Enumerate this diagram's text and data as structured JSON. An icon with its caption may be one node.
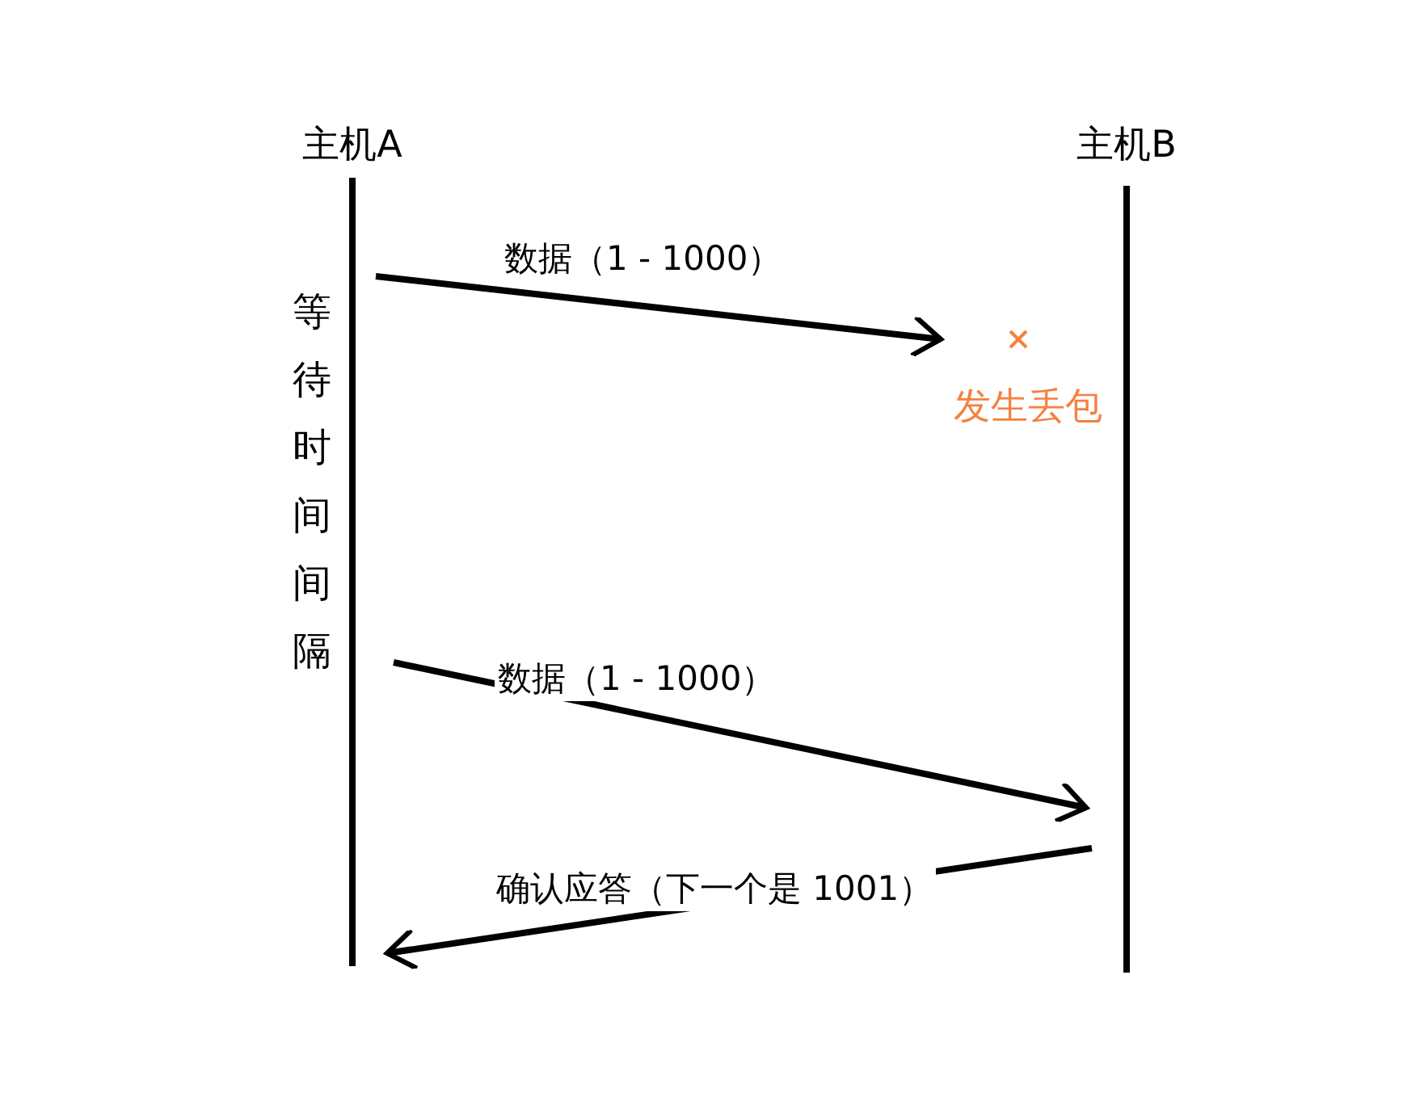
{
  "diagram": {
    "nodes": [
      {
        "text": [
          "主机A"
        ]
      },
      {
        "text": [
          "主机B"
        ]
      }
    ],
    "edges": [
      {
        "from": 0,
        "to": null,
        "arrow": "to",
        "label": "数据（1 - 1000）"
      },
      {
        "from": 0,
        "to": 1,
        "arrow": "to",
        "label": "数据（1 - 1000）"
      },
      {
        "from": 1,
        "to": 0,
        "arrow": "to",
        "label": "确认应答（下一个是 1001）"
      }
    ],
    "labels": [
      "等待时间间隔",
      "发生丢包"
    ]
  }
}
